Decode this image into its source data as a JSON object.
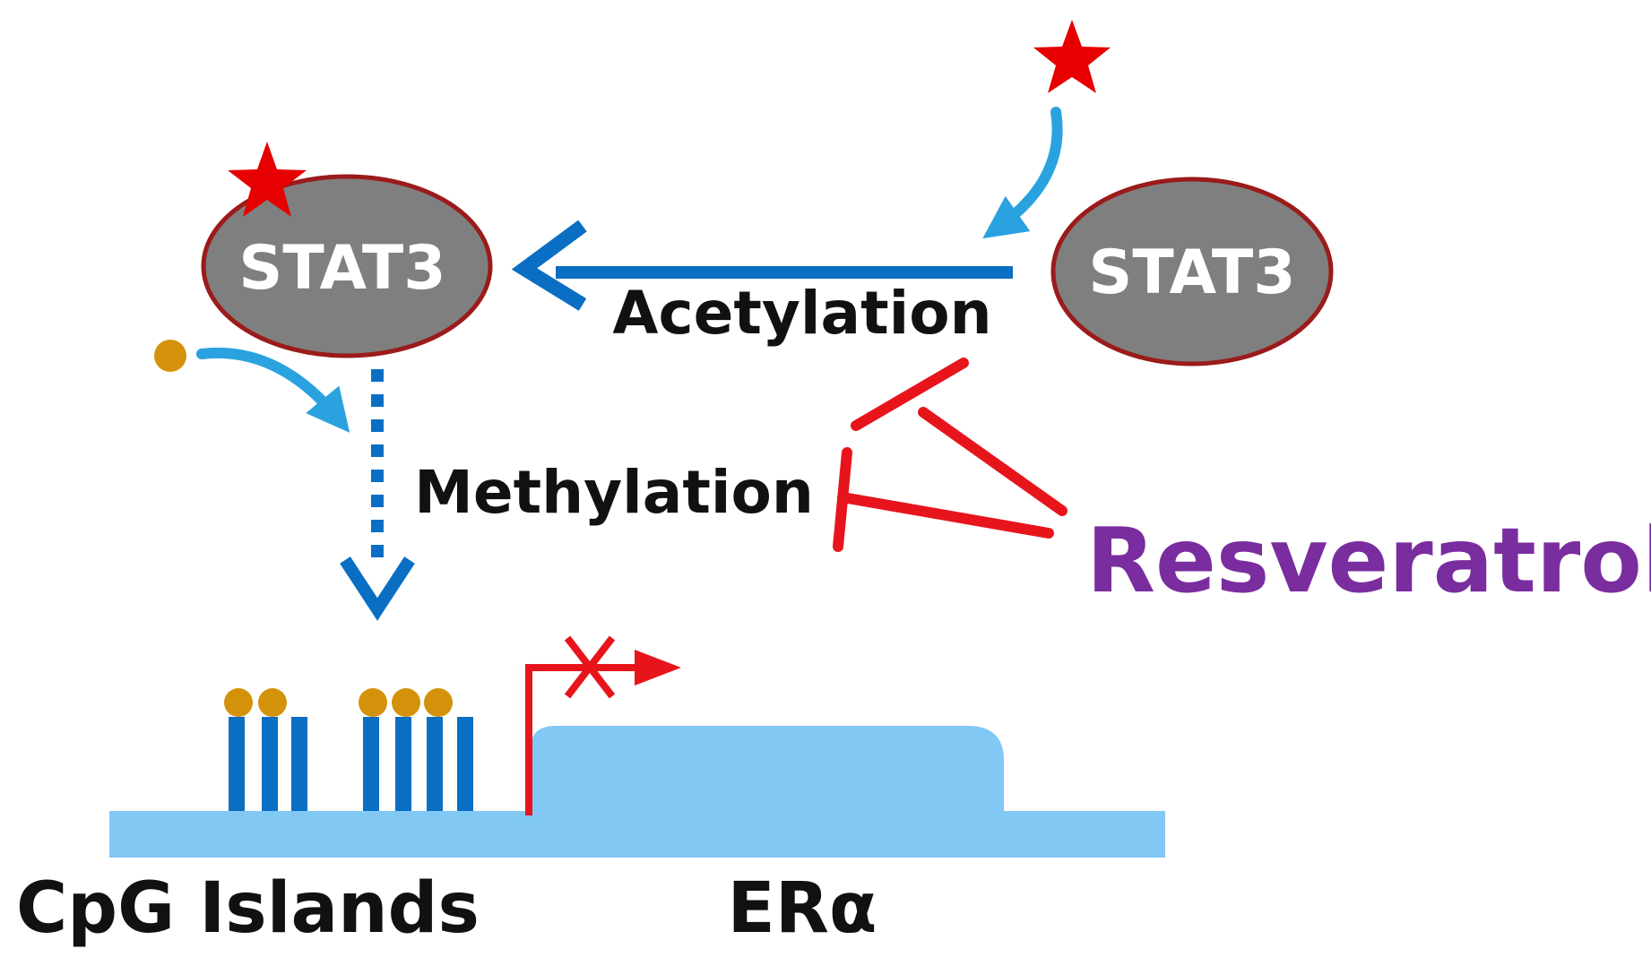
{
  "labels": {
    "stat3_left": "STAT3",
    "stat3_right": "STAT3",
    "acetylation": "Acetylation",
    "methylation": "Methylation",
    "resveratrol": "Resveratrol",
    "cpg_islands": "CpG Islands",
    "era": "ERα"
  },
  "colors": {
    "stat3_fill": "#7f7f7f",
    "stat3_stroke": "#9b1b1b",
    "acetyl_star": "#e60000",
    "methyl_dot": "#d4920a",
    "blue_dark": "#0a6fc2",
    "blue_light": "#2aa2e0",
    "dna_fill": "#82c8f5",
    "inhibit_red": "#e8141c",
    "resveratrol_purple": "#7a2d9e"
  },
  "icons": {
    "acetyl_group": "red-star-icon",
    "methyl_group": "gold-dot-icon",
    "blocked_transcription": "crossed-arrow-icon"
  }
}
